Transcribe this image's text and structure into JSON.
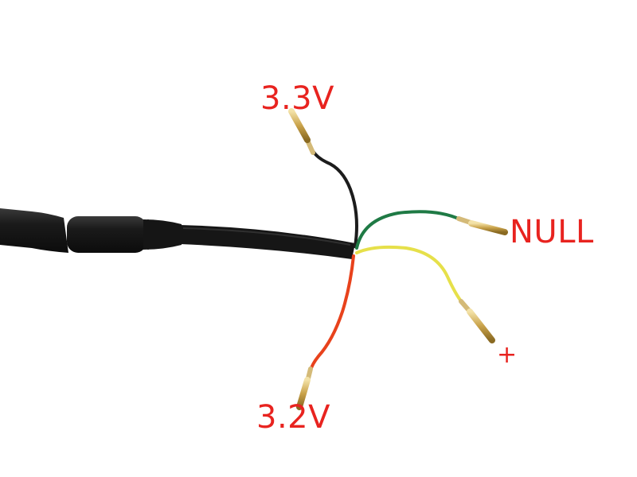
{
  "wire_labels": {
    "black": "3.3V",
    "green": "NULL",
    "yellow": "+",
    "red": "3.2V"
  },
  "colors": {
    "label_text": "#e8231f",
    "cable": "#161616",
    "black_wire": "#1c1c1c",
    "green_wire": "#1f7a45",
    "yellow_wire": "#e6e04a",
    "red_wire": "#e8421c",
    "pin_metal": "#c9a24a"
  },
  "icons": [
    "cable-icon",
    "connector-icon",
    "pin-icon"
  ]
}
